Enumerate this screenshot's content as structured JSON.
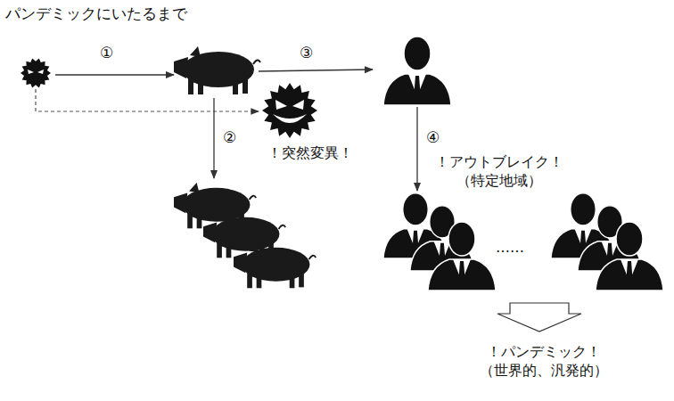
{
  "diagram": {
    "title": "パンデミックにいたるまで",
    "labels": [
      "①",
      "②",
      "③",
      "④",
      "！突然変異！",
      "！アウトブレイク！ （特定地域）",
      "……",
      "！パンデミック！ （世界的、汎発的）"
    ]
  }
}
